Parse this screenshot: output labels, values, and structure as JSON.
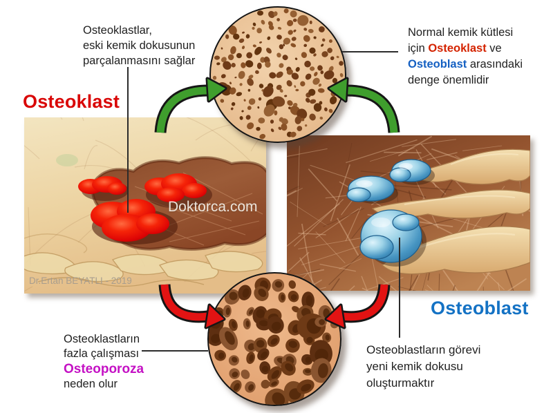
{
  "labels": {
    "osteoklast": "Osteoklast",
    "osteoblast": "Osteoblast"
  },
  "annotations": {
    "osteoclast_info": {
      "line1": "Osteoklastlar,",
      "line2": "eski kemik dokusunun",
      "line3": "parçalanmasını sağlar"
    },
    "balance_info": {
      "line1": "Normal kemik kütlesi",
      "line2_pre": "için ",
      "line2_osteoklast": "Osteoklast",
      "line2_post": " ve",
      "line3_osteoblast": "Osteoblast",
      "line3_post": " arasındaki",
      "line4": "denge önemlidir"
    },
    "osteoporosis_info": {
      "line1": "Osteoklastların",
      "line2": "fazla çalışması",
      "line3": "Osteoporoza",
      "line4": "neden olur"
    },
    "osteoblast_info": {
      "line1": "Osteoblastların görevi",
      "line2": "yeni kemik dokusu",
      "line3": "oluşturmaktır"
    }
  },
  "watermarks": {
    "site": "Doktorca.com",
    "author": "Dr.Ertan BEYATLI - 2019"
  },
  "colors": {
    "osteoklast_red": "#d90707",
    "osteoblast_blue": "#1472c4",
    "osteoporoza_magenta": "#c411c4",
    "arrow_green": "#3f9e2d",
    "arrow_red": "#e31313",
    "text_black": "#1f1f1f"
  }
}
